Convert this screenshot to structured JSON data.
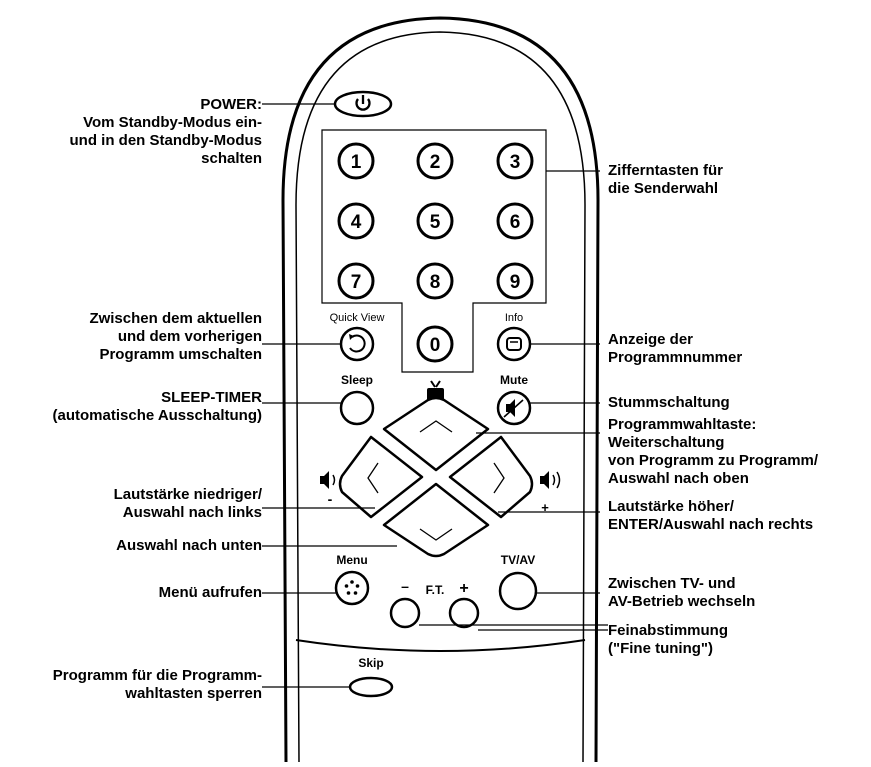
{
  "remote": {
    "labels": {
      "quick_view": "Quick View",
      "info": "Info",
      "sleep": "Sleep",
      "mute": "Mute",
      "menu": "Menu",
      "tv_av": "TV/AV",
      "ft": "F.T.",
      "ft_minus": "–",
      "ft_plus": "+",
      "skip": "Skip",
      "vol_minus": "-",
      "vol_plus": "+"
    },
    "digits": [
      "1",
      "2",
      "3",
      "4",
      "5",
      "6",
      "7",
      "8",
      "9",
      "0"
    ]
  },
  "callouts": {
    "power": [
      "POWER:",
      "Vom Standby-Modus ein-",
      "und in den Standby-Modus",
      "schalten"
    ],
    "digits": [
      "Zifferntasten für",
      "die Senderwahl"
    ],
    "quick_view": [
      "Zwischen dem aktuellen",
      "und dem vorherigen",
      "Programm umschalten"
    ],
    "info": [
      "Anzeige der",
      "Programmnummer"
    ],
    "sleep": [
      "SLEEP-TIMER",
      "(automatische Ausschaltung)"
    ],
    "mute": [
      "Stummschaltung"
    ],
    "channel_up": [
      "Programmwahltaste:",
      "Weiterschaltung",
      "von Programm zu Programm/",
      "Auswahl nach oben"
    ],
    "vol_down": [
      "Lautstärke niedriger/",
      "Auswahl nach links"
    ],
    "vol_up": [
      "Lautstärke höher/",
      "ENTER/Auswahl nach rechts"
    ],
    "down": [
      "Auswahl nach unten"
    ],
    "menu": [
      "Menü aufrufen"
    ],
    "tv_av": [
      "Zwischen TV- und",
      "AV-Betrieb wechseln"
    ],
    "fine_tuning": [
      "Feinabstimmung",
      "(\"Fine tuning\")"
    ],
    "skip": [
      "Programm für die Programm-",
      "wahltasten sperren"
    ]
  },
  "colors": {
    "ink": "#000000",
    "paper": "#ffffff"
  }
}
